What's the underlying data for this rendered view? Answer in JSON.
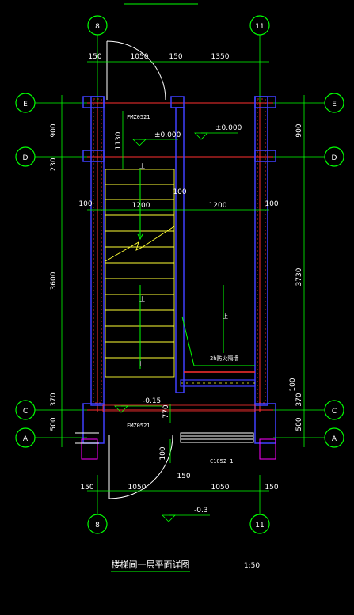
{
  "drawing": {
    "title": "楼梯间一层平面详图",
    "scale": "1:50"
  },
  "grid_labels": {
    "col_left": "8",
    "col_right": "11",
    "row_e": "E",
    "row_d": "D",
    "row_c": "C",
    "row_a": "A"
  },
  "dims": {
    "top": [
      "150",
      "1050",
      "150",
      "1350"
    ],
    "bottom": [
      "150",
      "1050",
      "150",
      "1050",
      "150"
    ],
    "left": [
      "900",
      "230",
      "3600",
      "370",
      "500"
    ],
    "right": [
      "900",
      "3730",
      "100",
      "370",
      "500"
    ],
    "inner_left_100": "100",
    "inner_right_100": "100",
    "span_left": "1200",
    "span_right": "1200",
    "dim_1130": "1130",
    "dim_100_stair": "100",
    "dim_770": "770",
    "dim_100_bottom": "100"
  },
  "labels": {
    "door_top": "FMZ0521",
    "door_bottom": "FMZ0521",
    "window_bottom": "C1052 1",
    "elev_top_right": "±0.000",
    "elev_top_left": "±0.000",
    "elev_mid": "-0.15",
    "elev_bottom": "-0.3",
    "fire_wall": "2h防火隔墙",
    "up_label_1": "上",
    "up_label_2": "上",
    "up_label_3": "上",
    "up_label_4": "上"
  },
  "colors": {
    "grid_circle": "#00ff00",
    "grid_text": "#ffffff",
    "dim": "#00ff00",
    "dim_text": "#ffffff",
    "wall": "#ff3030",
    "wall_hatch": "#4040ff",
    "stair": "#ffff33",
    "door": "#ffffff",
    "magenta": "#ff00ff",
    "center_line": "#ff3030"
  }
}
